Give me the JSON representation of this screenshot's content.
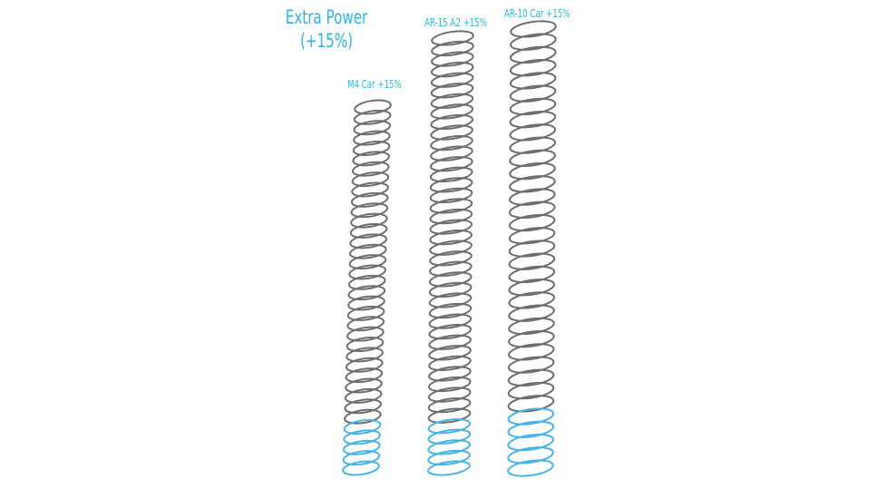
{
  "heading": {
    "line1": "Extra Power",
    "line2": "(+15%)"
  },
  "springs": [
    {
      "label": "M4 Car +15%"
    },
    {
      "label": "AR-15 A2 +15%"
    },
    {
      "label": "AR-10 Car +15%"
    }
  ],
  "colors": {
    "accent": "#29b6e8",
    "coil_gray": "#6e6e6e",
    "coil_blue": "#4ab3e6"
  }
}
